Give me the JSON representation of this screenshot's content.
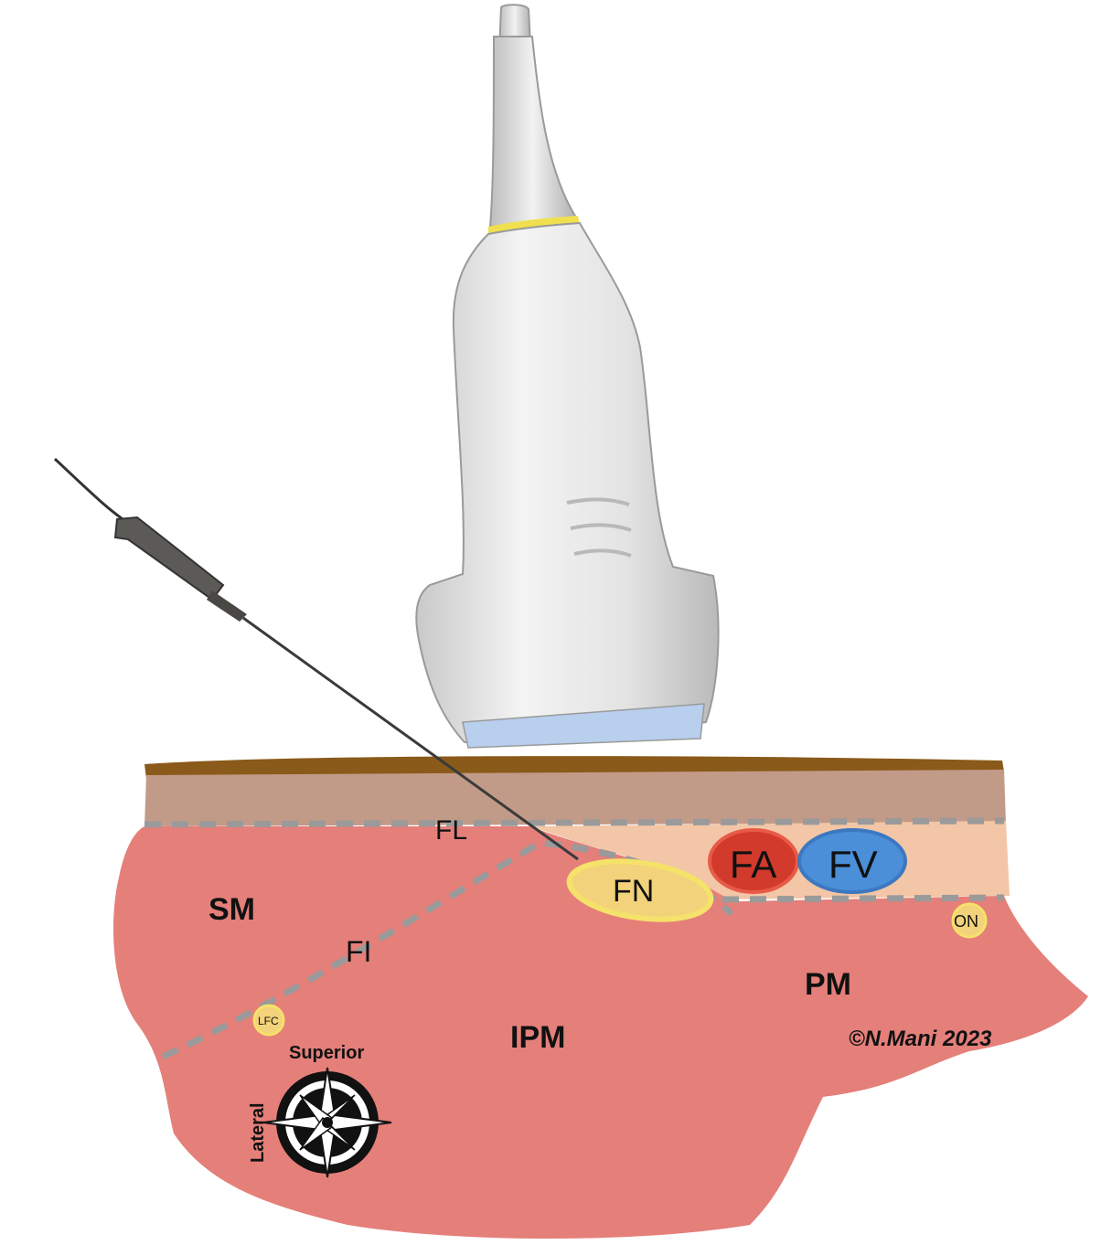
{
  "labels": {
    "fascia_lata": "FL",
    "femoral_artery": "FA",
    "femoral_vein": "FV",
    "femoral_nerve": "FN",
    "sartorius_muscle": "SM",
    "fascia_iliaca": "FI",
    "obturator_nerve": "ON",
    "pectineus_muscle": "PM",
    "iliopsoas_muscle": "IPM",
    "lateral_femoral_cutaneous": "LFC",
    "compass_superior": "Superior",
    "compass_lateral": "Lateral",
    "copyright": "©N.Mani 2023"
  },
  "colors": {
    "skin": "#8a5a1a",
    "subcutaneous": "#c29a88",
    "fat_layer": "#f2c6a6",
    "muscle": "#e57f7a",
    "artery": "#d23a2c",
    "vein": "#4a8fd8",
    "nerve": "#f2d27a",
    "nerve_outline": "#f5e26a",
    "fascia_dash": "#9a9a9a",
    "probe_body": "#e6e6e6",
    "probe_face": "#b8cfee",
    "probe_band": "#f0e050",
    "needle": "#333333"
  }
}
